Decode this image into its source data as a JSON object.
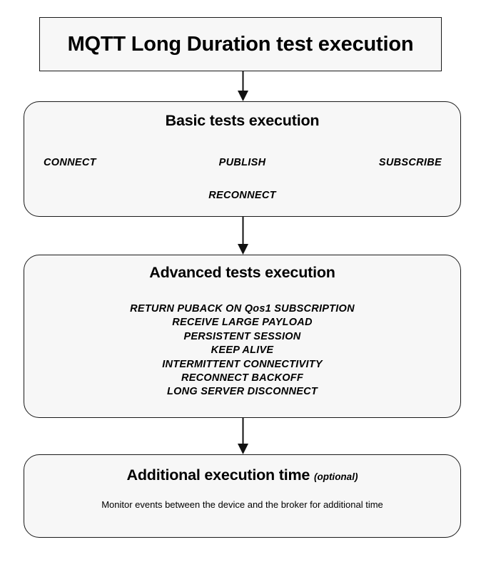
{
  "diagram": {
    "title_box": {
      "label": "MQTT Long Duration test execution"
    },
    "basic_box": {
      "heading": "Basic tests execution",
      "row_one": [
        "CONNECT",
        "PUBLISH",
        "SUBSCRIBE"
      ],
      "row_two": "RECONNECT"
    },
    "advanced_box": {
      "heading": "Advanced tests execution",
      "tests": [
        "RETURN PUBACK ON Qos1 SUBSCRIPTION",
        "RECEIVE LARGE PAYLOAD",
        "PERSISTENT SESSION",
        "KEEP ALIVE",
        "INTERMITTENT CONNECTIVITY",
        "RECONNECT BACKOFF",
        "LONG SERVER DISCONNECT"
      ]
    },
    "additional_box": {
      "heading": "Additional execution time",
      "optional_tag": "(optional)",
      "note": "Monitor events between the device and the broker for additional time"
    },
    "connectors": [
      {
        "name": "arrow-title-to-basic",
        "icon": "down-arrow-icon"
      },
      {
        "name": "arrow-basic-to-advanced",
        "icon": "down-arrow-icon"
      },
      {
        "name": "arrow-advanced-to-additional",
        "icon": "down-arrow-icon"
      }
    ],
    "colors": {
      "page_background": "#ffffff",
      "box_fill": "#f7f7f7",
      "box_stroke": "#1a1a1a",
      "text": "#000000"
    }
  }
}
